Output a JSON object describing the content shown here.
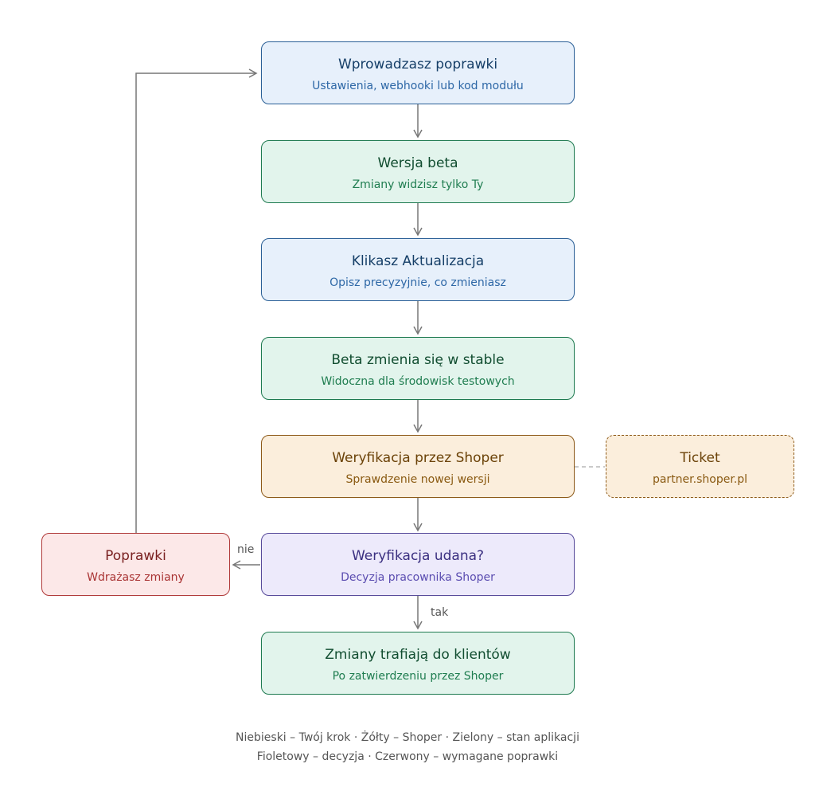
{
  "nodes": {
    "wprowadzasz": {
      "title": "Wprowadzasz poprawki",
      "subtitle": "Ustawienia, webhooki lub kod modułu"
    },
    "beta": {
      "title": "Wersja beta",
      "subtitle": "Zmiany widzisz tylko Ty"
    },
    "aktualizacja": {
      "title": "Klikasz Aktualizacja",
      "subtitle": "Opisz precyzyjnie, co zmieniasz"
    },
    "stable": {
      "title": "Beta zmienia się w stable",
      "subtitle": "Widoczna dla środowisk testowych"
    },
    "weryfikacja": {
      "title": "Weryfikacja przez Shoper",
      "subtitle": "Sprawdzenie nowej wersji"
    },
    "ticket": {
      "title": "Ticket",
      "subtitle": "partner.shoper.pl"
    },
    "udana": {
      "title": "Weryfikacja udana?",
      "subtitle": "Decyzja pracownika Shoper"
    },
    "poprawki": {
      "title": "Poprawki",
      "subtitle": "Wdrażasz zmiany"
    },
    "klienci": {
      "title": "Zmiany trafiają do klientów",
      "subtitle": "Po zatwierdzeniu przez Shoper"
    }
  },
  "edges": {
    "no_label": "nie",
    "yes_label": "tak"
  },
  "legend": {
    "line1": "Niebieski – Twój krok · Żółty – Shoper · Zielony – stan aplikacji",
    "line2": "Fioletowy – decyzja · Czerwony – wymagane poprawki"
  },
  "colors": {
    "blue": "#e7f0fb",
    "green": "#e2f4ec",
    "yellow": "#fbeedc",
    "purple": "#edeafb",
    "red": "#fce8e8",
    "connector": "#777777"
  }
}
